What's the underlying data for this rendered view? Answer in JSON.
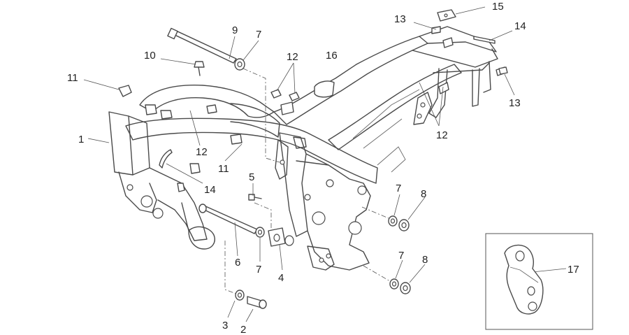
{
  "callouts": [
    {
      "id": "c15",
      "label": "15"
    },
    {
      "id": "c13a",
      "label": "13"
    },
    {
      "id": "c14a",
      "label": "14"
    },
    {
      "id": "c9",
      "label": "9"
    },
    {
      "id": "c7a",
      "label": "7"
    },
    {
      "id": "c10",
      "label": "10"
    },
    {
      "id": "c12a",
      "label": "12"
    },
    {
      "id": "c16",
      "label": "16"
    },
    {
      "id": "c11a",
      "label": "11"
    },
    {
      "id": "c13b",
      "label": "13"
    },
    {
      "id": "c12b",
      "label": "12"
    },
    {
      "id": "c1",
      "label": "1"
    },
    {
      "id": "c12c",
      "label": "12"
    },
    {
      "id": "c11b",
      "label": "11"
    },
    {
      "id": "c5",
      "label": "5"
    },
    {
      "id": "c14b",
      "label": "14"
    },
    {
      "id": "c7b",
      "label": "7"
    },
    {
      "id": "c8a",
      "label": "8"
    },
    {
      "id": "c6",
      "label": "6"
    },
    {
      "id": "c7c",
      "label": "7"
    },
    {
      "id": "c4",
      "label": "4"
    },
    {
      "id": "c7d",
      "label": "7"
    },
    {
      "id": "c8b",
      "label": "8"
    },
    {
      "id": "c3",
      "label": "3"
    },
    {
      "id": "c2",
      "label": "2"
    },
    {
      "id": "c17",
      "label": "17"
    }
  ],
  "colors": {
    "line": "#4a4a4a",
    "text": "#222222",
    "background": "#ffffff"
  }
}
